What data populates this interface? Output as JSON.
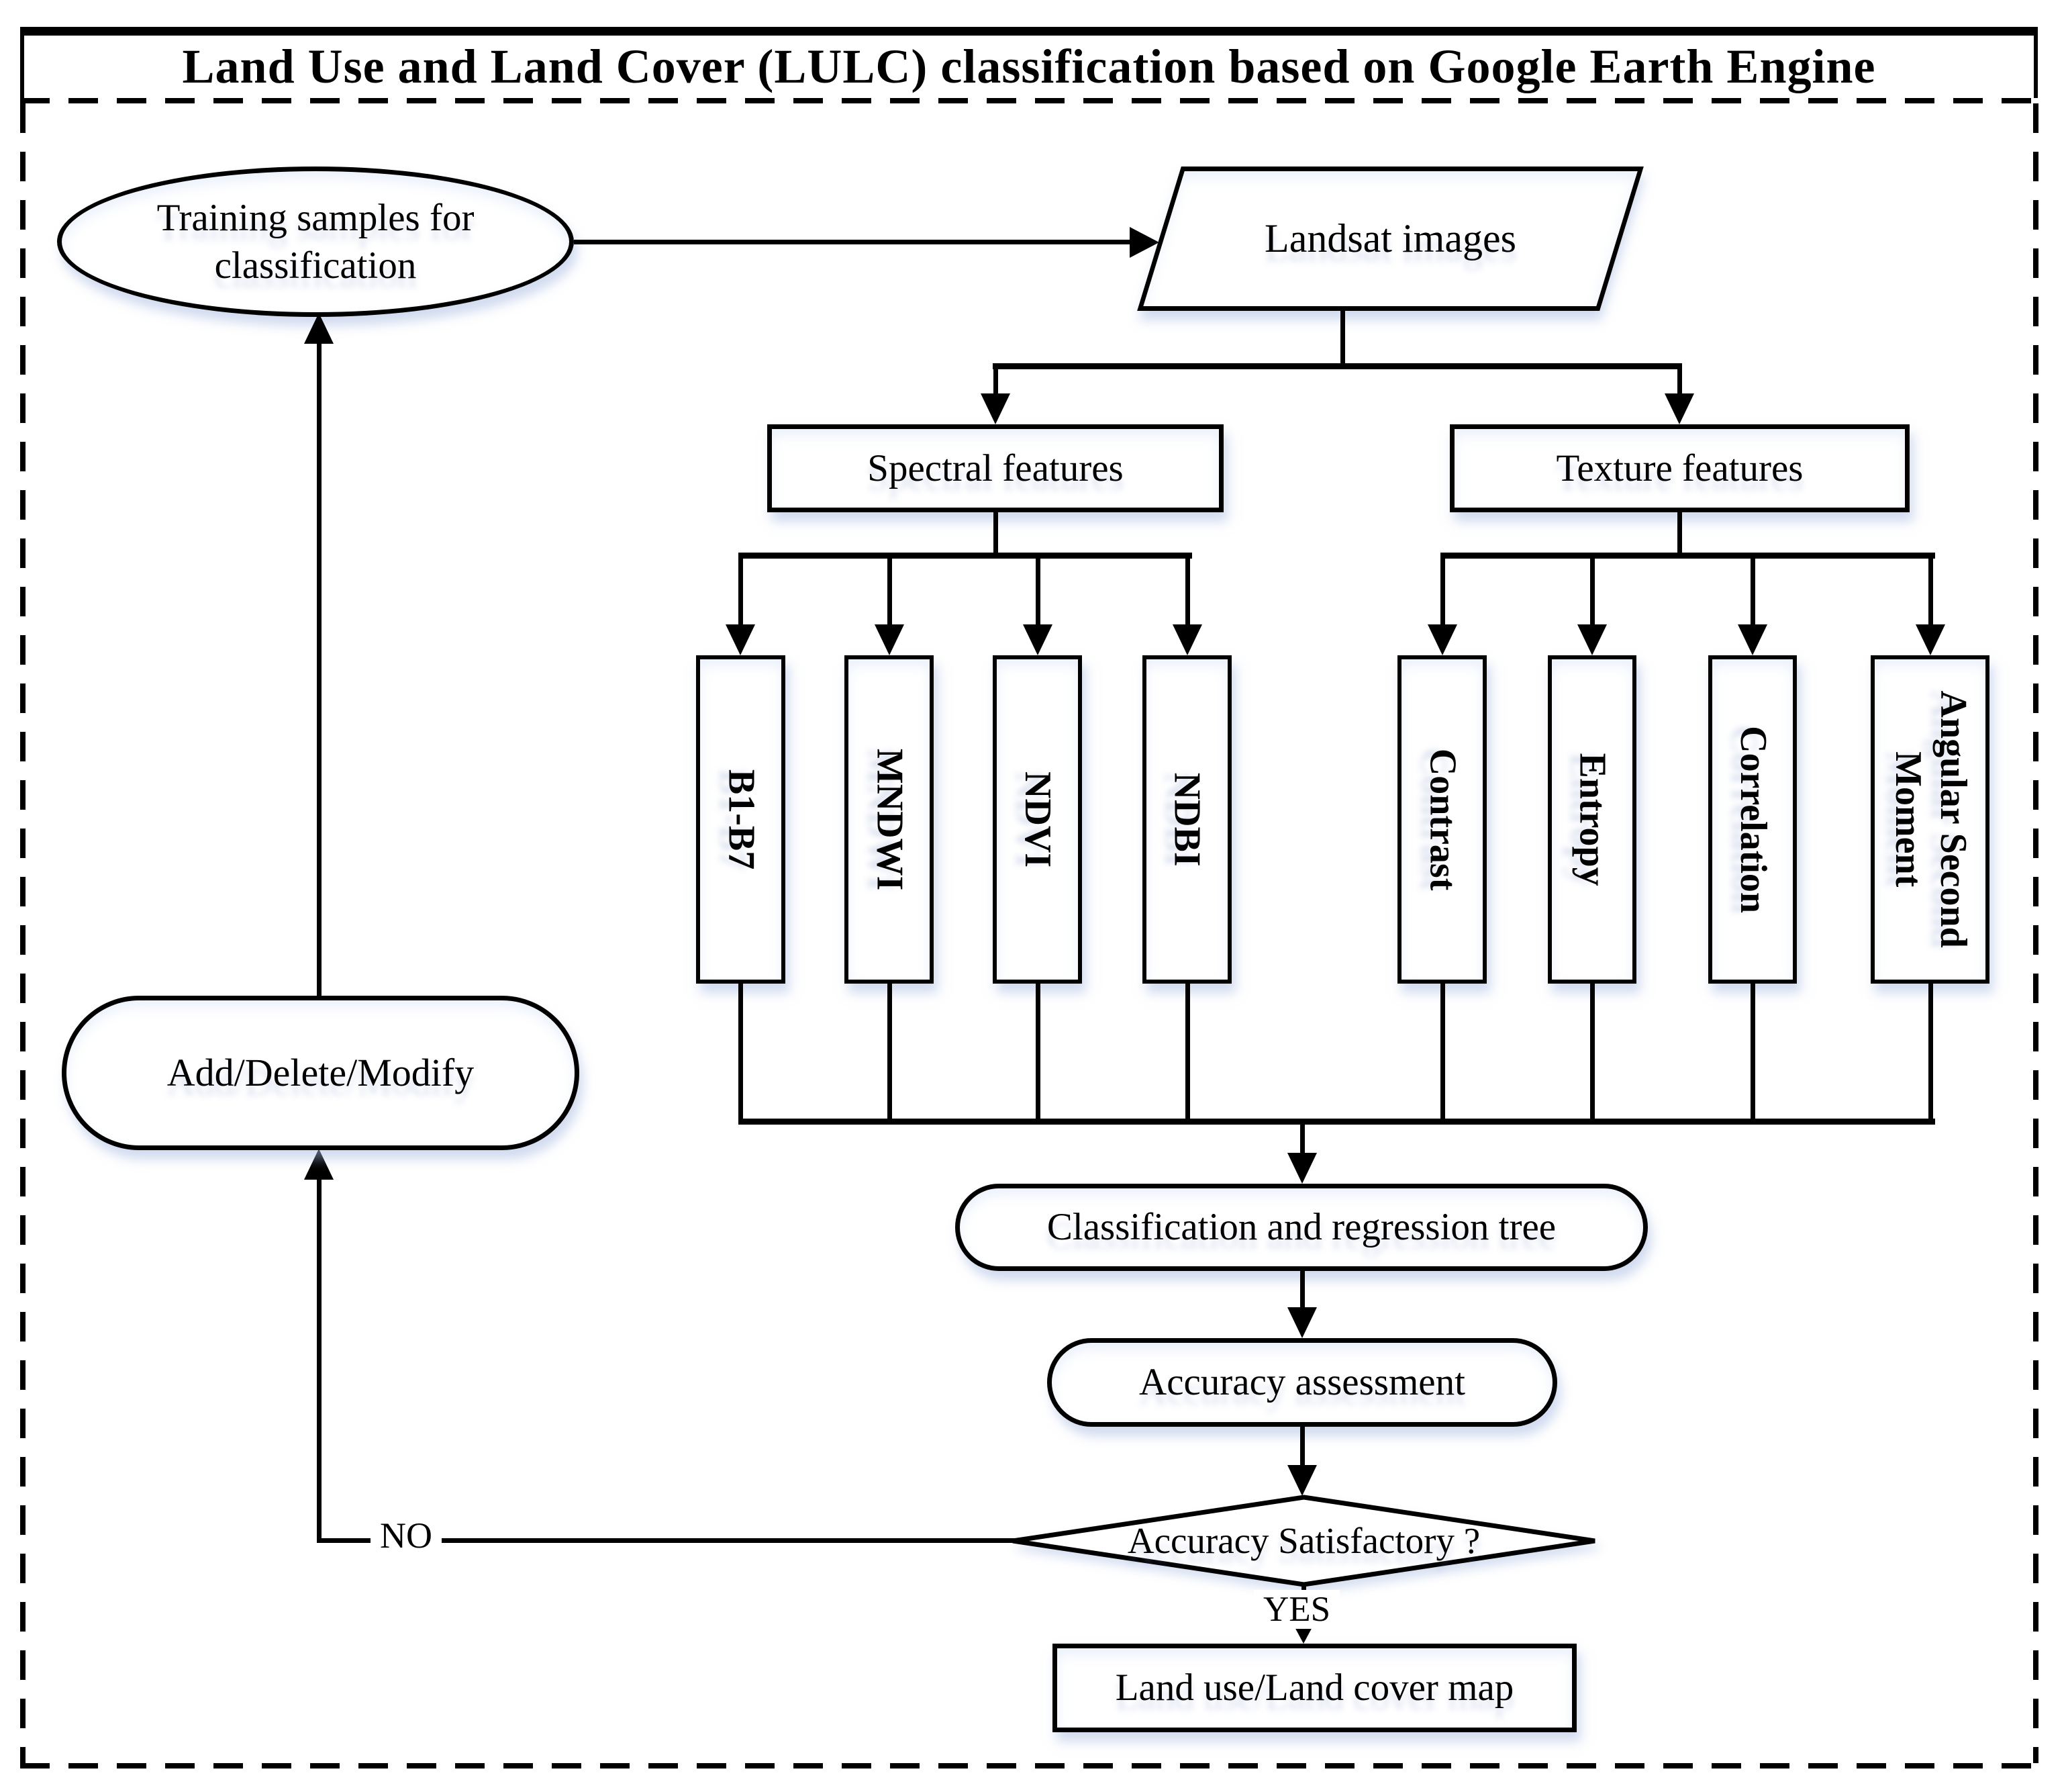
{
  "title": "Land Use and Land Cover (LULC) classification based on Google Earth Engine",
  "flowchart": {
    "nodes": {
      "training_samples": {
        "label": "Training samples for classification",
        "shape": "ellipse"
      },
      "landsat": {
        "label": "Landsat images",
        "shape": "parallelogram"
      },
      "spectral": {
        "label": "Spectral features",
        "shape": "rectangle"
      },
      "texture": {
        "label": "Texture features",
        "shape": "rectangle"
      },
      "spectral_features": [
        "B1-B7",
        "MNDWI",
        "NDVI",
        "NDBI"
      ],
      "texture_features": [
        "Contrast",
        "Entropy",
        "Correlation",
        "Angular Second Moment"
      ],
      "add_delete_modify": {
        "label": "Add/Delete/Modify",
        "shape": "stadium"
      },
      "cart": {
        "label": "Classification and regression tree",
        "shape": "stadium"
      },
      "accuracy_assessment": {
        "label": "Accuracy assessment",
        "shape": "stadium"
      },
      "decision": {
        "label": "Accuracy Satisfactory ?",
        "shape": "diamond"
      },
      "lulc_map": {
        "label": "Land use/Land cover map",
        "shape": "rectangle"
      }
    },
    "edge_labels": {
      "yes": "YES",
      "no": "NO"
    },
    "colors": {
      "stroke": "#000000",
      "background": "#ffffff",
      "shadow": "#a5b9e1"
    }
  }
}
